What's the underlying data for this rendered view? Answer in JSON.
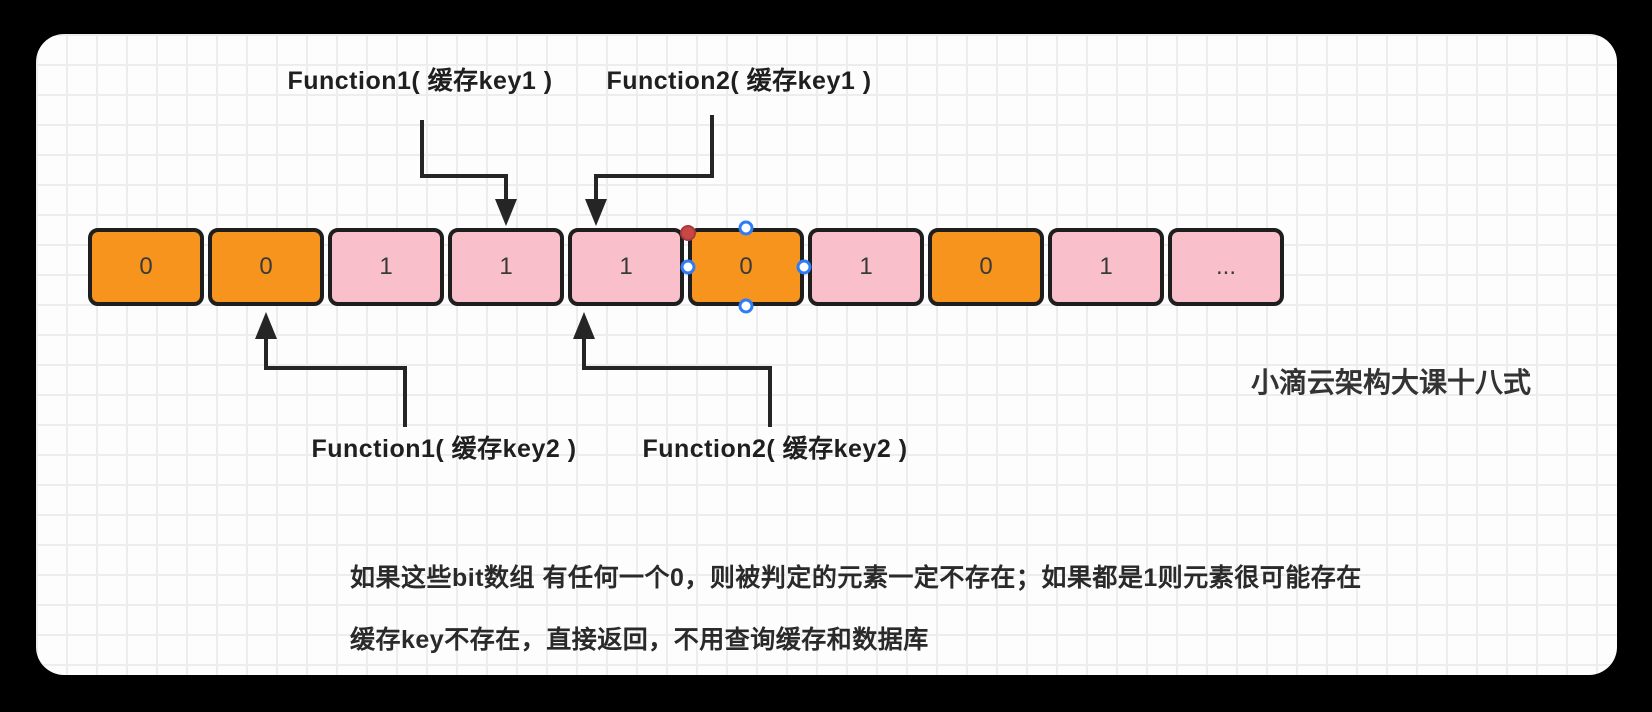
{
  "frame": {
    "background": "#000000"
  },
  "canvas": {
    "background": "#fdfdfd",
    "grid_color": "#ededed",
    "grid_size": 30
  },
  "colors": {
    "orange": "#F7941E",
    "pink": "#F9C0CB",
    "stroke": "#252525",
    "handle_ring": "#2E7CF6",
    "handle_fill": "#FFFFFF",
    "endpoint_red": "#C94747"
  },
  "top_labels": [
    {
      "text": "Function1( 缓存key1 )"
    },
    {
      "text": "Function2( 缓存key1 )"
    }
  ],
  "bottom_labels": [
    {
      "text": "Function1( 缓存key2 )"
    },
    {
      "text": "Function2( 缓存key2 )"
    }
  ],
  "bit_array": {
    "cells": [
      {
        "value": "0",
        "color": "orange"
      },
      {
        "value": "0",
        "color": "orange"
      },
      {
        "value": "1",
        "color": "pink"
      },
      {
        "value": "1",
        "color": "pink"
      },
      {
        "value": "1",
        "color": "pink"
      },
      {
        "value": "0",
        "color": "orange"
      },
      {
        "value": "1",
        "color": "pink"
      },
      {
        "value": "0",
        "color": "orange"
      },
      {
        "value": "1",
        "color": "pink"
      },
      {
        "value": "...",
        "color": "pink"
      }
    ],
    "selected_index": 5
  },
  "watermark": "小滴云架构大课十八式",
  "notes": [
    "如果这些bit数组 有任何一个0，则被判定的元素一定不存在；如果都是1则元素很可能存在",
    "缓存key不存在，直接返回，不用查询缓存和数据库"
  ]
}
